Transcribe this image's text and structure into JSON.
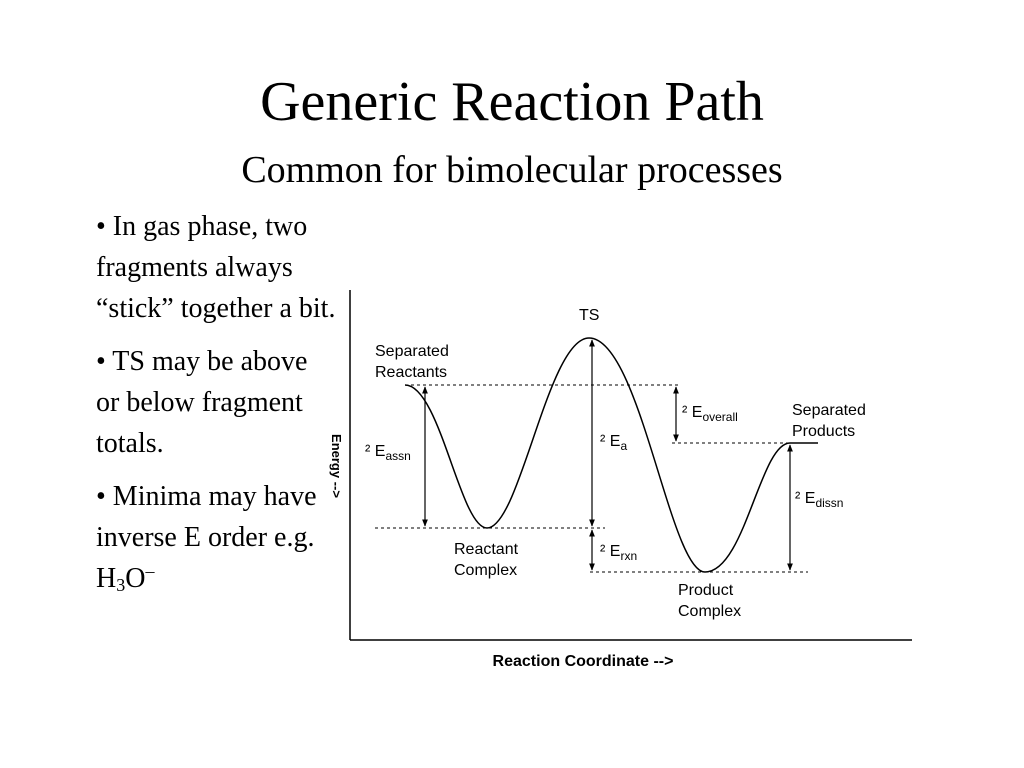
{
  "slide": {
    "title": "Generic Reaction Path",
    "subtitle": "Common for bimolecular processes"
  },
  "bullets": [
    {
      "text": "• In gas phase, two fragments always “stick” together a bit."
    },
    {
      "text": "• TS may be above or below fragment totals."
    },
    {
      "prefix": "• Minima may have inverse E order e.g. H",
      "sub": "3",
      "mid": "O",
      "sup": "–"
    }
  ],
  "diagram": {
    "x_axis_label": "Reaction Coordinate -->",
    "y_axis_label": "Energy -->",
    "labels": {
      "ts": "TS",
      "separated_reactants_1": "Separated",
      "separated_reactants_2": "Reactants",
      "reactant_complex_1": "Reactant",
      "reactant_complex_2": "Complex",
      "product_complex_1": "Product",
      "product_complex_2": "Complex",
      "separated_products_1": "Separated",
      "separated_products_2": "Products"
    },
    "energy_labels": {
      "assn": {
        "prefix": "² E",
        "sub": "assn"
      },
      "a": {
        "prefix": "² E",
        "sub": "a"
      },
      "overall": {
        "prefix": "² E",
        "sub": "overall"
      },
      "rxn": {
        "prefix": "² E",
        "sub": "rxn"
      },
      "dissn": {
        "prefix": "² E",
        "sub": "dissn"
      }
    }
  }
}
